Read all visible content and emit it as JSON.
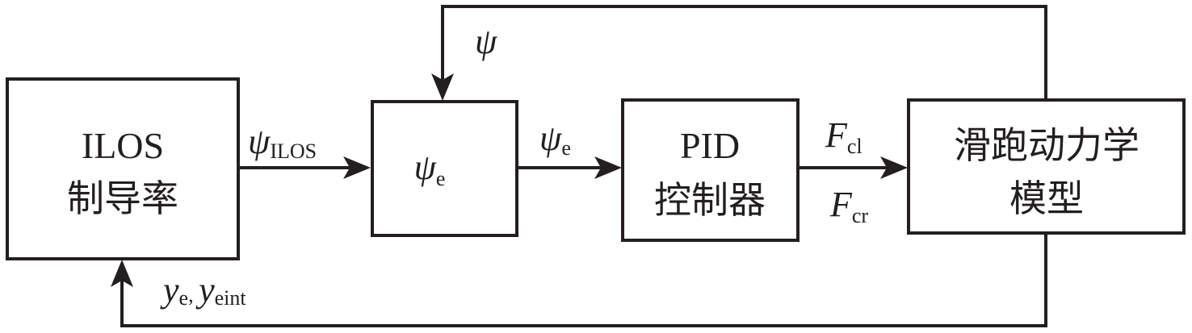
{
  "colors": {
    "stroke": "#231f20",
    "background": "#ffffff"
  },
  "blocks": {
    "ilos": {
      "line1": "ILOS",
      "line2": "制导率"
    },
    "error": {
      "symbol": "ψ",
      "subscript": "e"
    },
    "pid": {
      "line1": "PID",
      "line2": "控制器"
    },
    "model": {
      "line1": "滑跑动力学",
      "line2": "模型"
    }
  },
  "signals": {
    "psi_ilos": {
      "symbol": "ψ",
      "subscript": "ILOS"
    },
    "psi_e": {
      "symbol": "ψ",
      "subscript": "e"
    },
    "f_cl": {
      "symbol": "F",
      "subscript": "cl"
    },
    "f_cr": {
      "symbol": "F",
      "subscript": "cr"
    },
    "psi_feedback": {
      "symbol": "ψ"
    },
    "y_feedback": {
      "symbol1": "y",
      "subscript1": "e",
      "separator": ", ",
      "symbol2": "y",
      "subscript2": "eint"
    }
  }
}
